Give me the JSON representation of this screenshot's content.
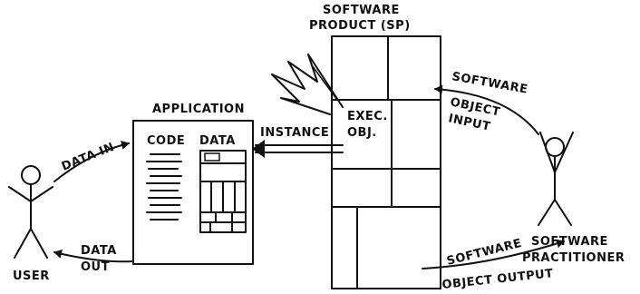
{
  "product": {
    "title_line1": "SOFTWARE",
    "title_line2": "PRODUCT (SP)",
    "exec_line1": "EXEC.",
    "exec_line2": "OBJ."
  },
  "application": {
    "title": "APPLICATION",
    "code_label": "CODE",
    "data_label": "DATA"
  },
  "flows": {
    "instance": "INSTANCE",
    "data_in": "DATA IN",
    "data_out_line1": "DATA",
    "data_out_line2": "OUT",
    "input_line1": "SOFTWARE",
    "input_line2": "OBJECT",
    "input_line3": "INPUT",
    "output_line1": "SOFTWARE",
    "output_line2": "OBJECT OUTPUT"
  },
  "actors": {
    "user": "USER",
    "practitioner_line1": "SOFTWARE",
    "practitioner_line2": "PRACTITIONER"
  }
}
